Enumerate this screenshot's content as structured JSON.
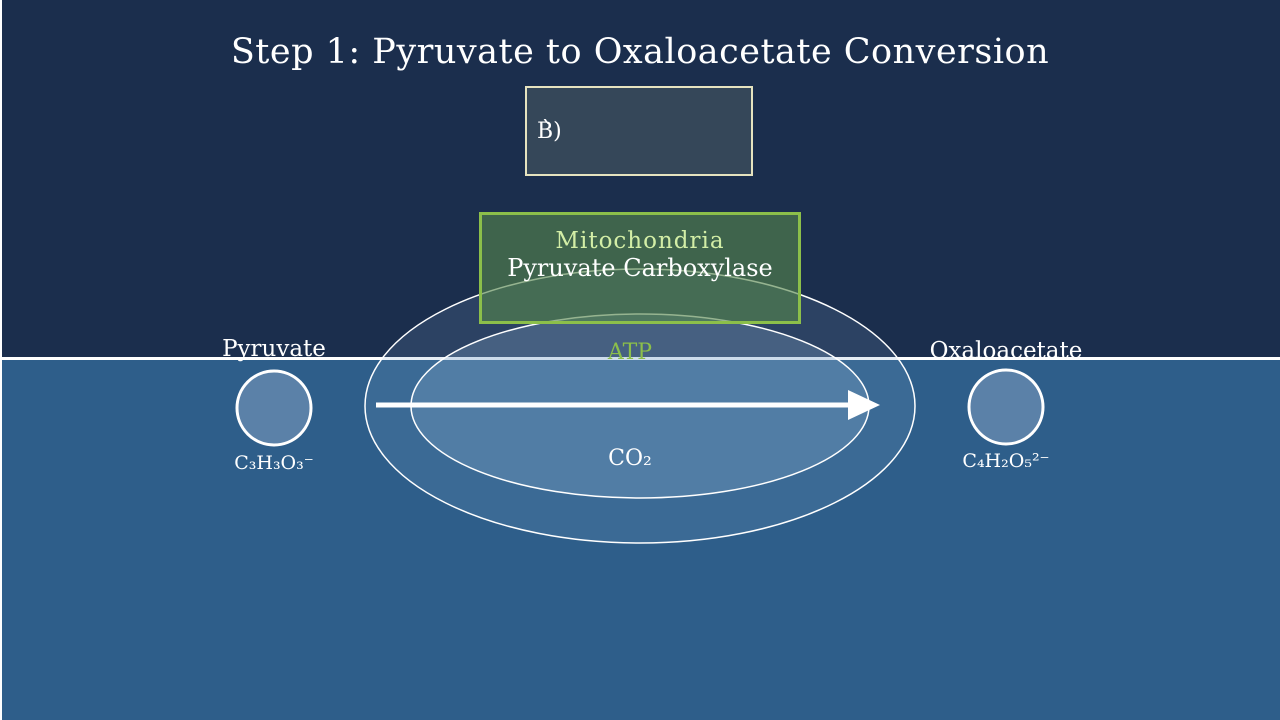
{
  "title": "Step 1: Pyruvate to Oxaloacetate Conversion",
  "label_box": {
    "text": "Ḃ̀)"
  },
  "compartment": {
    "name": "Mitochondria",
    "enzyme": "Pyruvate Carboxylase"
  },
  "reaction": {
    "cofactor_in": "ATP",
    "cofactor_out": "CO₂"
  },
  "substrate": {
    "name": "Pyruvate",
    "formula": "C₃H₃O₃⁻"
  },
  "product": {
    "name": "Oxaloacetate",
    "formula": "C₄H₂O₅²⁻"
  },
  "colors": {
    "top_background": "#1b2e4d",
    "bottom_background": "#2e5e8a",
    "compartment_border": "#8cbf4a",
    "compartment_text": "#d3eea6",
    "box_border": "#e6e3bf"
  }
}
